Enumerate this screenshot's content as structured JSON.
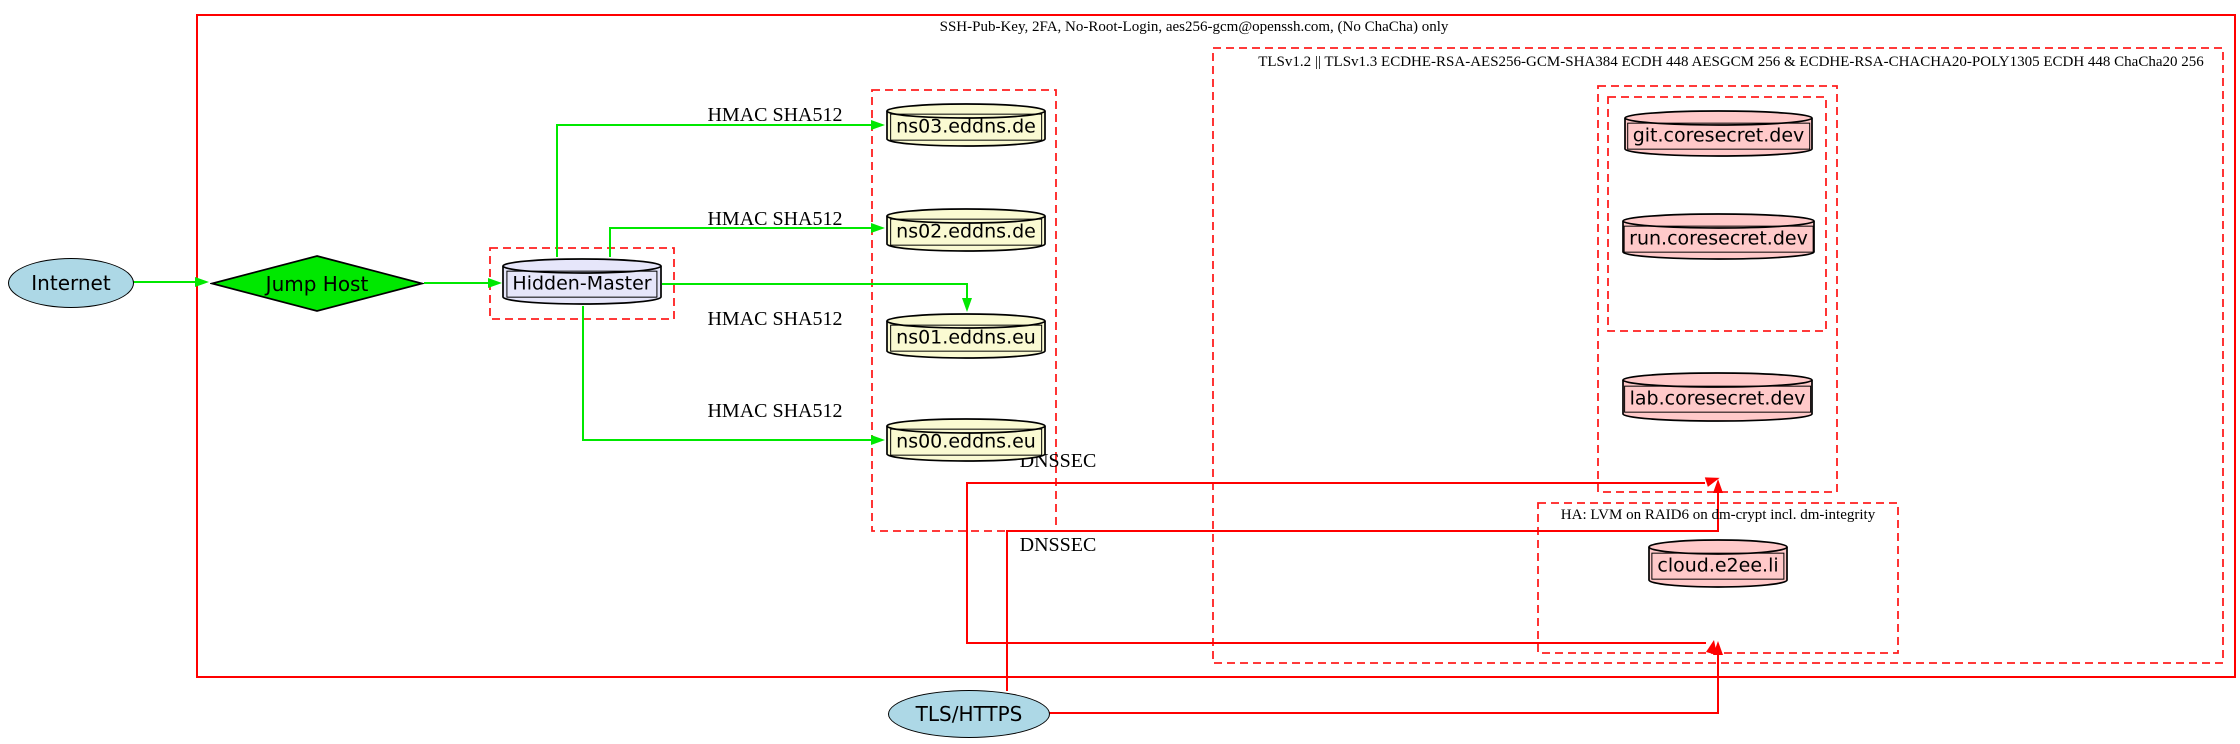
{
  "diagram": {
    "type": "network-security-topology"
  },
  "clusters": {
    "ssh": {
      "label": "SSH-Pub-Key, 2FA, No-Root-Login, aes256-gcm@openssh.com, (No ChaCha) only"
    },
    "tls": {
      "label": "TLSv1.2 || TLSv1.3 ECDHE-RSA-AES256-GCM-SHA384 ECDH 448 AESGCM 256 & ECDHE-RSA-CHACHA20-POLY1305 ECDH 448 ChaCha20 256"
    },
    "ha": {
      "label": "HA: LVM on RAID6 on dm-crypt incl. dm-integrity"
    }
  },
  "nodes": {
    "internet": {
      "label": "Internet"
    },
    "jump_host": {
      "label": "Jump Host"
    },
    "hidden_master": {
      "label": "Hidden-Master"
    },
    "ns03": {
      "label": "ns03.eddns.de"
    },
    "ns02": {
      "label": "ns02.eddns.de"
    },
    "ns01": {
      "label": "ns01.eddns.eu"
    },
    "ns00": {
      "label": "ns00.eddns.eu"
    },
    "git": {
      "label": "git.coresecret.dev"
    },
    "run": {
      "label": "run.coresecret.dev"
    },
    "lab": {
      "label": "lab.coresecret.dev"
    },
    "cloud": {
      "label": "cloud.e2ee.li"
    },
    "tls_https": {
      "label": "TLS/HTTPS"
    }
  },
  "edge_labels": {
    "hmac1": "HMAC SHA512",
    "hmac2": "HMAC SHA512",
    "hmac3": "HMAC SHA512",
    "hmac4": "HMAC SHA512",
    "dnssec1": "DNSSEC",
    "dnssec2": "DNSSEC"
  },
  "colors": {
    "edge_secure": "#00ff00",
    "edge_public": "#ff0000",
    "cluster_border": "#ff1f1f",
    "node_external": "#add8e6",
    "node_master": "#e6e6fa",
    "node_dns": "#fafad2",
    "node_service": "#ffc9c9"
  }
}
